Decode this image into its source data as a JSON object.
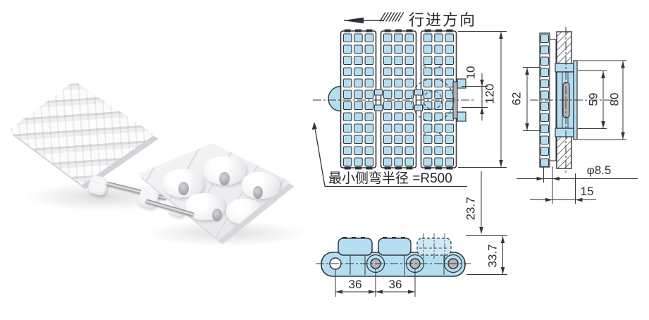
{
  "header": {
    "direction_label": "行进方向"
  },
  "top_view": {
    "note": "最小侧弯半径 =R500",
    "dim_tab": "10",
    "dim_width": "120"
  },
  "side_view": {
    "dim_inner": "62",
    "dim_hub": "59",
    "dim_overall": "80",
    "dim_pin": "φ8.5",
    "dim_thickness": "15"
  },
  "front_view": {
    "dim_pitch_1": "36",
    "dim_pitch_2": "36",
    "dim_upper": "23.7",
    "dim_total": "33.7"
  },
  "icons": {
    "direction_arrow": "left-arrow-icon",
    "surface_hatch": "hatch-mark"
  },
  "colors": {
    "part_fill": "#b5ddf0",
    "line": "#32363b",
    "pin_gray": "#b4b2b2"
  }
}
